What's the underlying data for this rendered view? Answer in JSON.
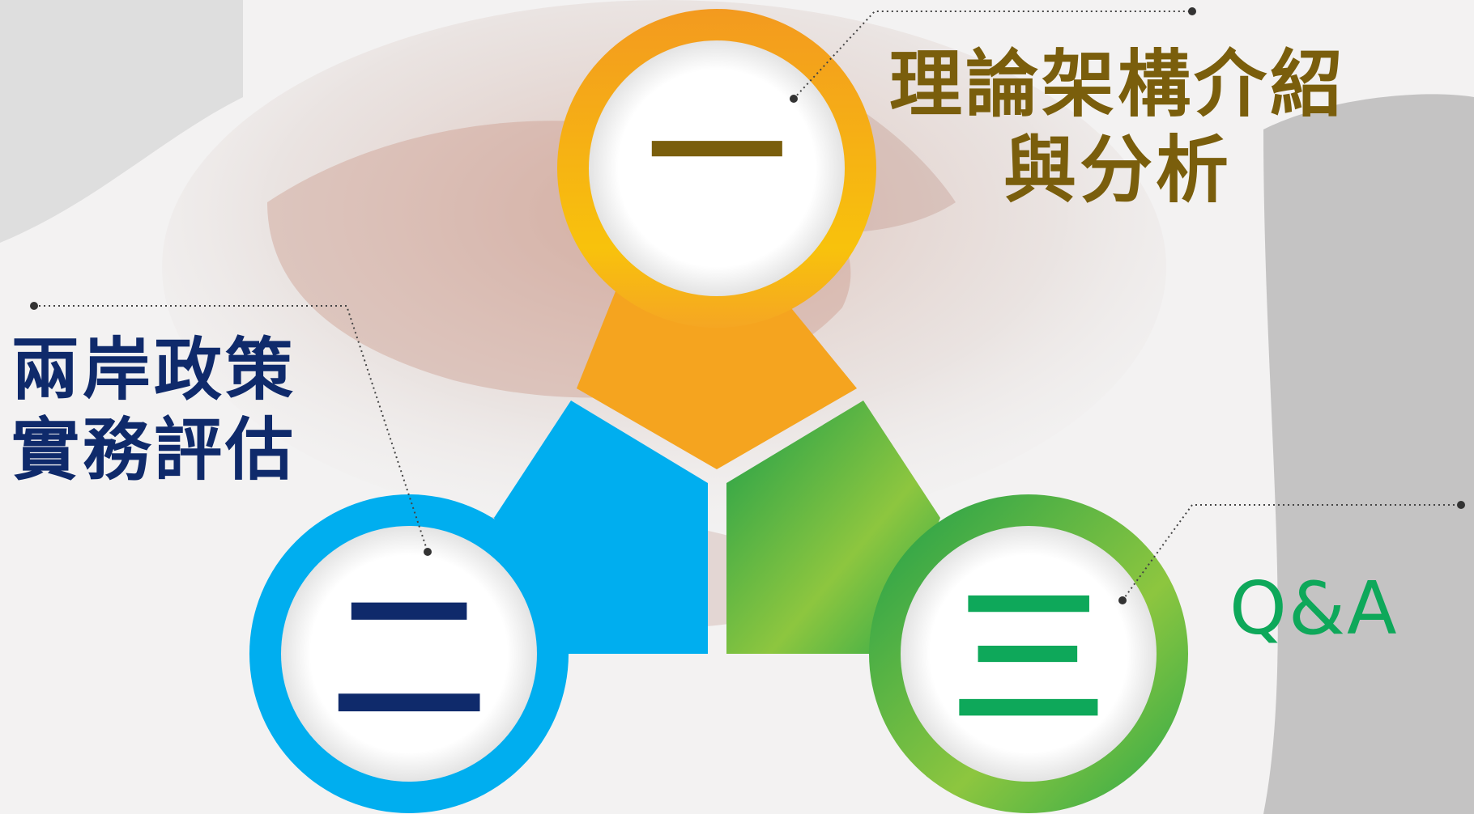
{
  "slide": {
    "items": [
      {
        "numeral": "一",
        "label_lines": [
          "理論架構介紹",
          "與分析"
        ],
        "color": "#f7a21c",
        "text_color": "#7a5e0c"
      },
      {
        "numeral": "二",
        "label_lines": [
          "兩岸政策",
          "實務評估"
        ],
        "color": "#00aeef",
        "text_color": "#0f2a6b"
      },
      {
        "numeral": "三",
        "label_lines": [
          "Q&A"
        ],
        "color": "#3cb54a",
        "text_color": "#0ea85a"
      }
    ],
    "background": "blurred handshake photo"
  }
}
